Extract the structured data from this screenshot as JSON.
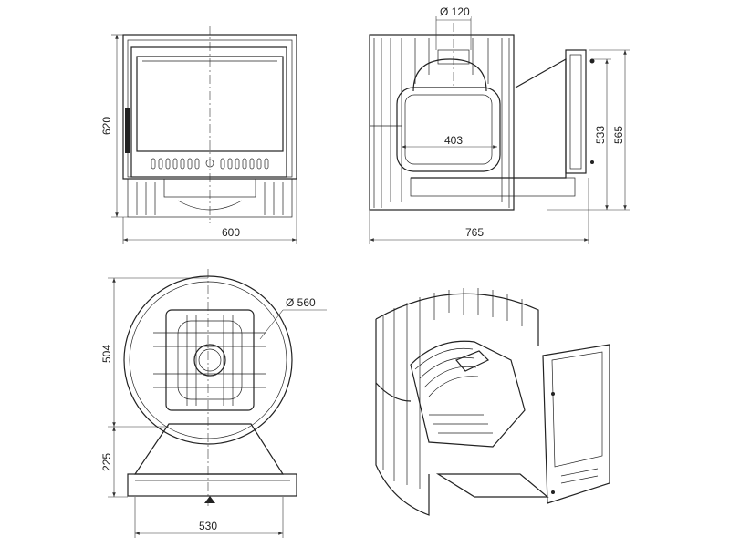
{
  "front_view": {
    "height_label": "620",
    "width_label": "600"
  },
  "side_view": {
    "flue_label": "Ø 120",
    "firebox_label": "403",
    "door_height_label": "533",
    "total_height_label": "565",
    "depth_label": "765"
  },
  "top_view": {
    "diameter_label": "Ø 560",
    "body_depth_label": "504",
    "hood_depth_label": "225",
    "hood_width_label": "530"
  },
  "colors": {
    "line": "#222222",
    "background": "#ffffff"
  }
}
